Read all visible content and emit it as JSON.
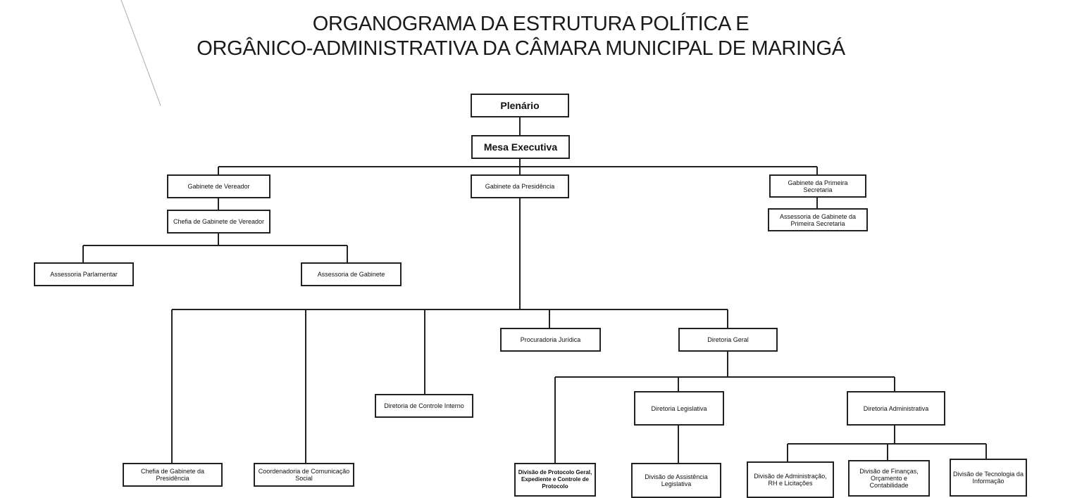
{
  "title": {
    "line1": "ORGANOGRAMA DA ESTRUTURA POLÍTICA E",
    "line2": "ORGÂNICO-ADMINISTRATIVA DA CÂMARA MUNICIPAL DE MARINGÁ"
  },
  "nodes": {
    "plenario": "Plenário",
    "mesa": "Mesa Executiva",
    "gab_vereador": "Gabinete de Vereador",
    "gab_presidencia": "Gabinete da Presidência",
    "gab_primeira_sec": "Gabinete da Primeira Secretaria",
    "assess_primeira_sec": "Assessoria de Gabinete da Primeira Secretaria",
    "chefia_vereador": "Chefia de Gabinete de Vereador",
    "assess_parlamentar": "Assessoria Parlamentar",
    "assess_gabinete": "Assessoria de Gabinete",
    "procuradoria": "Procuradoria Jurídica",
    "diretoria_geral": "Diretoria Geral",
    "controle_interno": "Diretoria de Controle Interno",
    "dir_legislativa": "Diretoria Legislativa",
    "dir_administrativa": "Diretoria Administrativa",
    "chefia_presidencia": "Chefia de Gabinete da Presidência",
    "comunicacao": "Coordenadoria de Comunicação Social",
    "div_protocolo": "Divisão de Protocolo Geral, Expediente e Controle de Protocolo",
    "div_assist_leg": "Divisão de Assistência Legislativa",
    "div_adm_rh": "Divisão de Administração, RH e Licitações",
    "div_financas": "Divisão de Finanças, Orçamento e Contabilidade",
    "div_ti": "Divisão de Tecnologia da Informação"
  }
}
